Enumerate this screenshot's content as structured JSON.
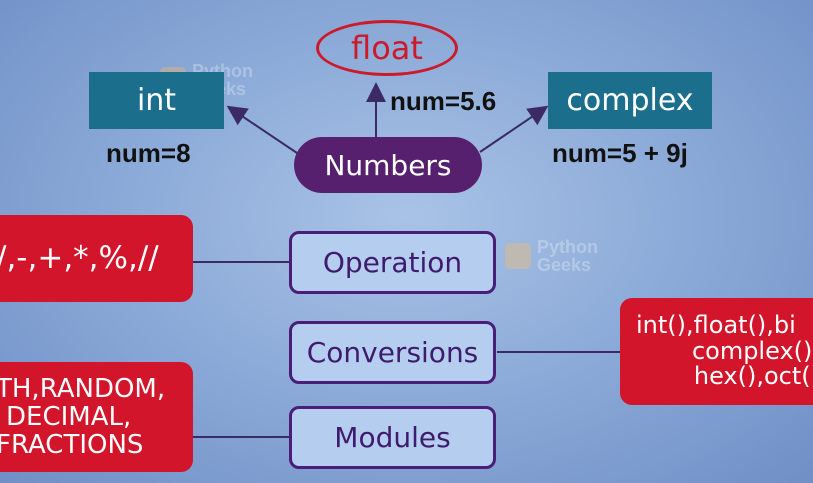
{
  "center": {
    "label": "Numbers"
  },
  "types": {
    "int": {
      "label": "int",
      "example": "num=8"
    },
    "float": {
      "label": "float",
      "example": "num=5.6"
    },
    "complex": {
      "label": "complex",
      "example": "num=5 + 9j"
    }
  },
  "categories": {
    "operation": "Operation",
    "conversions": "Conversions",
    "modules": "Modules"
  },
  "details": {
    "operators": "/,-,+,*,%,//",
    "conversion_functions": [
      "int(),float(),bi",
      "complex(),",
      "hex(),oct()"
    ],
    "module_names": [
      "TH,RANDOM,",
      "DECIMAL,",
      "FRACTIONS"
    ]
  },
  "watermark": {
    "line1": "Python",
    "line2": "Geeks"
  },
  "colors": {
    "teal": "#1b6e8c",
    "purple": "#57206e",
    "red": "#d2152a",
    "outline_purple": "#4a1d78",
    "background": "#8eacd9"
  }
}
